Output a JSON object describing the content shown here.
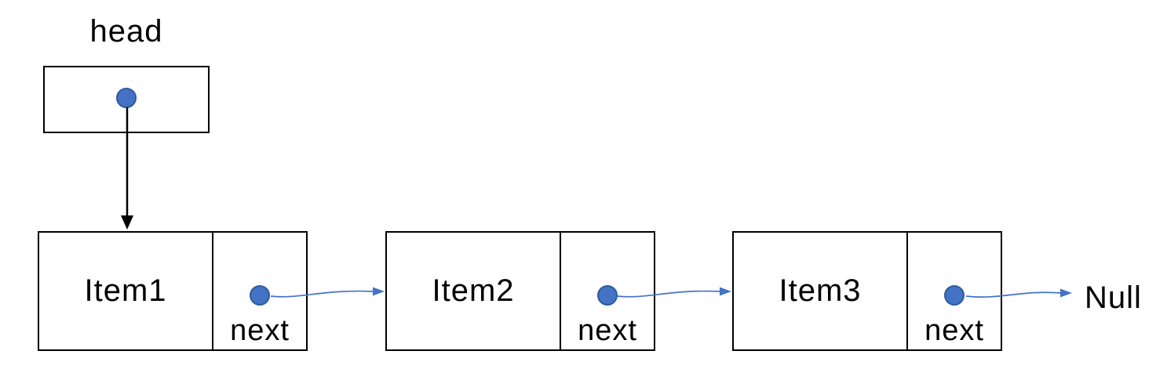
{
  "head": {
    "label": "head"
  },
  "nodes": [
    {
      "value": "Item1",
      "next_label": "next"
    },
    {
      "value": "Item2",
      "next_label": "next"
    },
    {
      "value": "Item3",
      "next_label": "next"
    }
  ],
  "terminator": {
    "label": "Null"
  },
  "colors": {
    "background": "#FFFFFF",
    "text": "#000000",
    "box_border": "#000000",
    "head_arrow": "#000000",
    "pointer_fill": "#4472C4",
    "pointer_stroke": "#2E5C9E",
    "connector": "#4472C4"
  }
}
